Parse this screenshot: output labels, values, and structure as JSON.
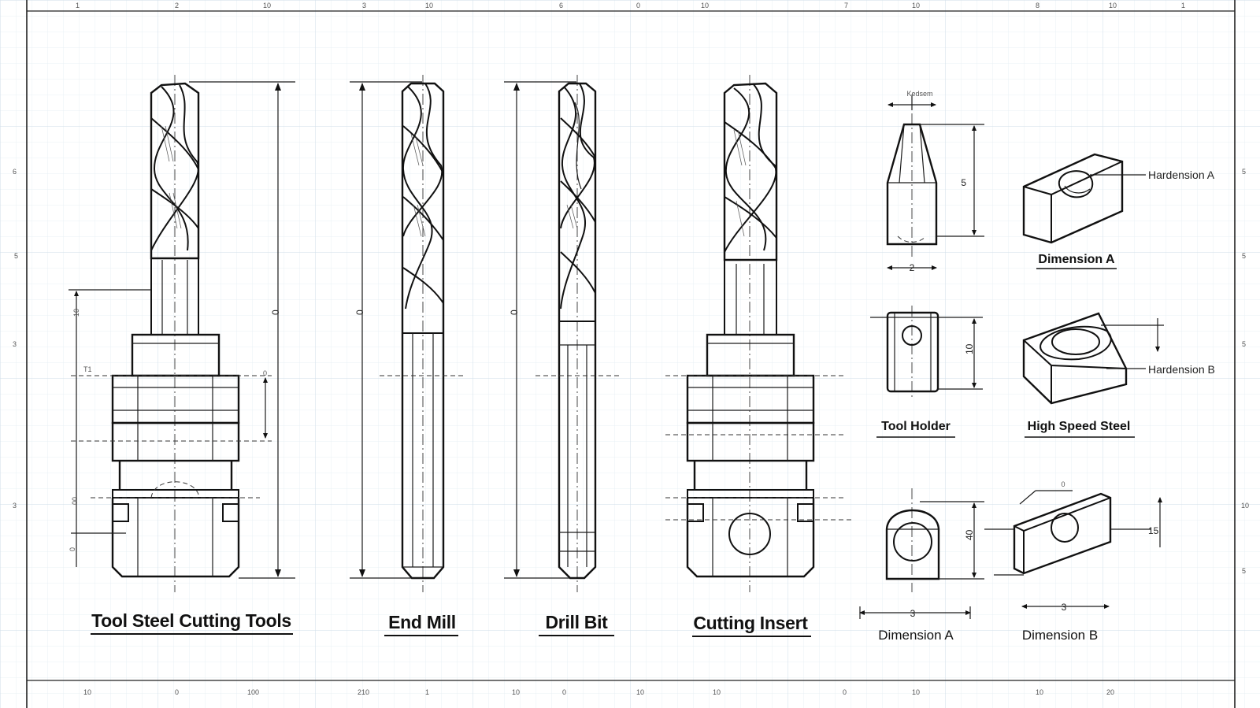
{
  "border_numbers": {
    "top": [
      "1",
      "2",
      "10",
      "3",
      "10",
      "6",
      "0",
      "10",
      "7",
      "10",
      "8",
      "10",
      "1"
    ],
    "bottom": [
      "10",
      "0",
      "100",
      "210",
      "1",
      "10",
      "0",
      "10",
      "10",
      "0",
      "10",
      "10",
      "20"
    ],
    "left": [
      "6",
      "5",
      "3",
      "3"
    ],
    "right": [
      "5",
      "5",
      "5",
      "10",
      "5"
    ]
  },
  "tools": {
    "tool_steel": {
      "title": "Tool Steel Cutting Tools",
      "overall_dim": "0",
      "left_dim_upper": "10",
      "left_dim_lower": "00",
      "left_mark": "0",
      "note_a": "T1",
      "note_b": "0"
    },
    "end_mill": {
      "title": "End Mill",
      "overall_dim": "0"
    },
    "drill_bit": {
      "title": "Drill Bit",
      "overall_dim": "0"
    },
    "cutting_insert": {
      "title": "Cutting Insert"
    }
  },
  "details": {
    "top_note": "Kedsem",
    "tool_holder_label": "Tool Holder",
    "high_speed_steel_label": "High Speed Steel",
    "dimension_a_label": "Dimension A",
    "dimension_a_bottom": "Dimension A",
    "dimension_b_bottom": "Dimension B",
    "hardension_a": "Hardension A",
    "hardension_b": "Hardension B",
    "dim_5": "5",
    "dim_2": "2",
    "dim_10": "10",
    "dim_40": "40",
    "dim_3a": "3",
    "dim_3b": "3",
    "dim_15": "15",
    "dim_0": "0"
  }
}
